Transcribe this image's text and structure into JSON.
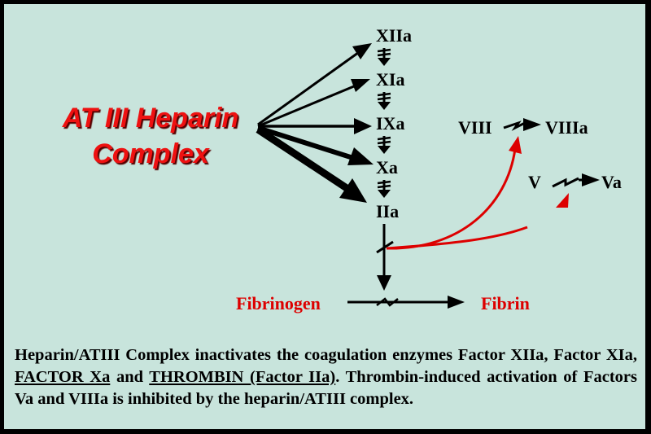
{
  "complex_label": {
    "line1": "AT III Heparin",
    "line2": "Complex"
  },
  "factors": {
    "xiia": "XIIa",
    "xia": "XIa",
    "ixa": "IXa",
    "xa": "Xa",
    "iia": "IIa",
    "viii": "VIII",
    "viiia": "VIIIa",
    "v": "V",
    "va": "Va",
    "fibrinogen": "Fibrinogen",
    "fibrin": "Fibrin"
  },
  "caption": {
    "part1": "Heparin/ATIII Complex inactivates the coagulation enzymes Factor XIIa, Factor XIa, ",
    "factor_xa": "FACTOR Xa",
    "and": " and ",
    "thrombin": "THROMBIN (Factor IIa)",
    "part2": ". Thrombin-induced activation of Factors Va and VIIIa is inhibited by the heparin/ATIII complex."
  },
  "colors": {
    "background": "#c8e4dc",
    "frame": "#000000",
    "complex_text": "#ee1111",
    "red_arrow": "#dd0000"
  }
}
